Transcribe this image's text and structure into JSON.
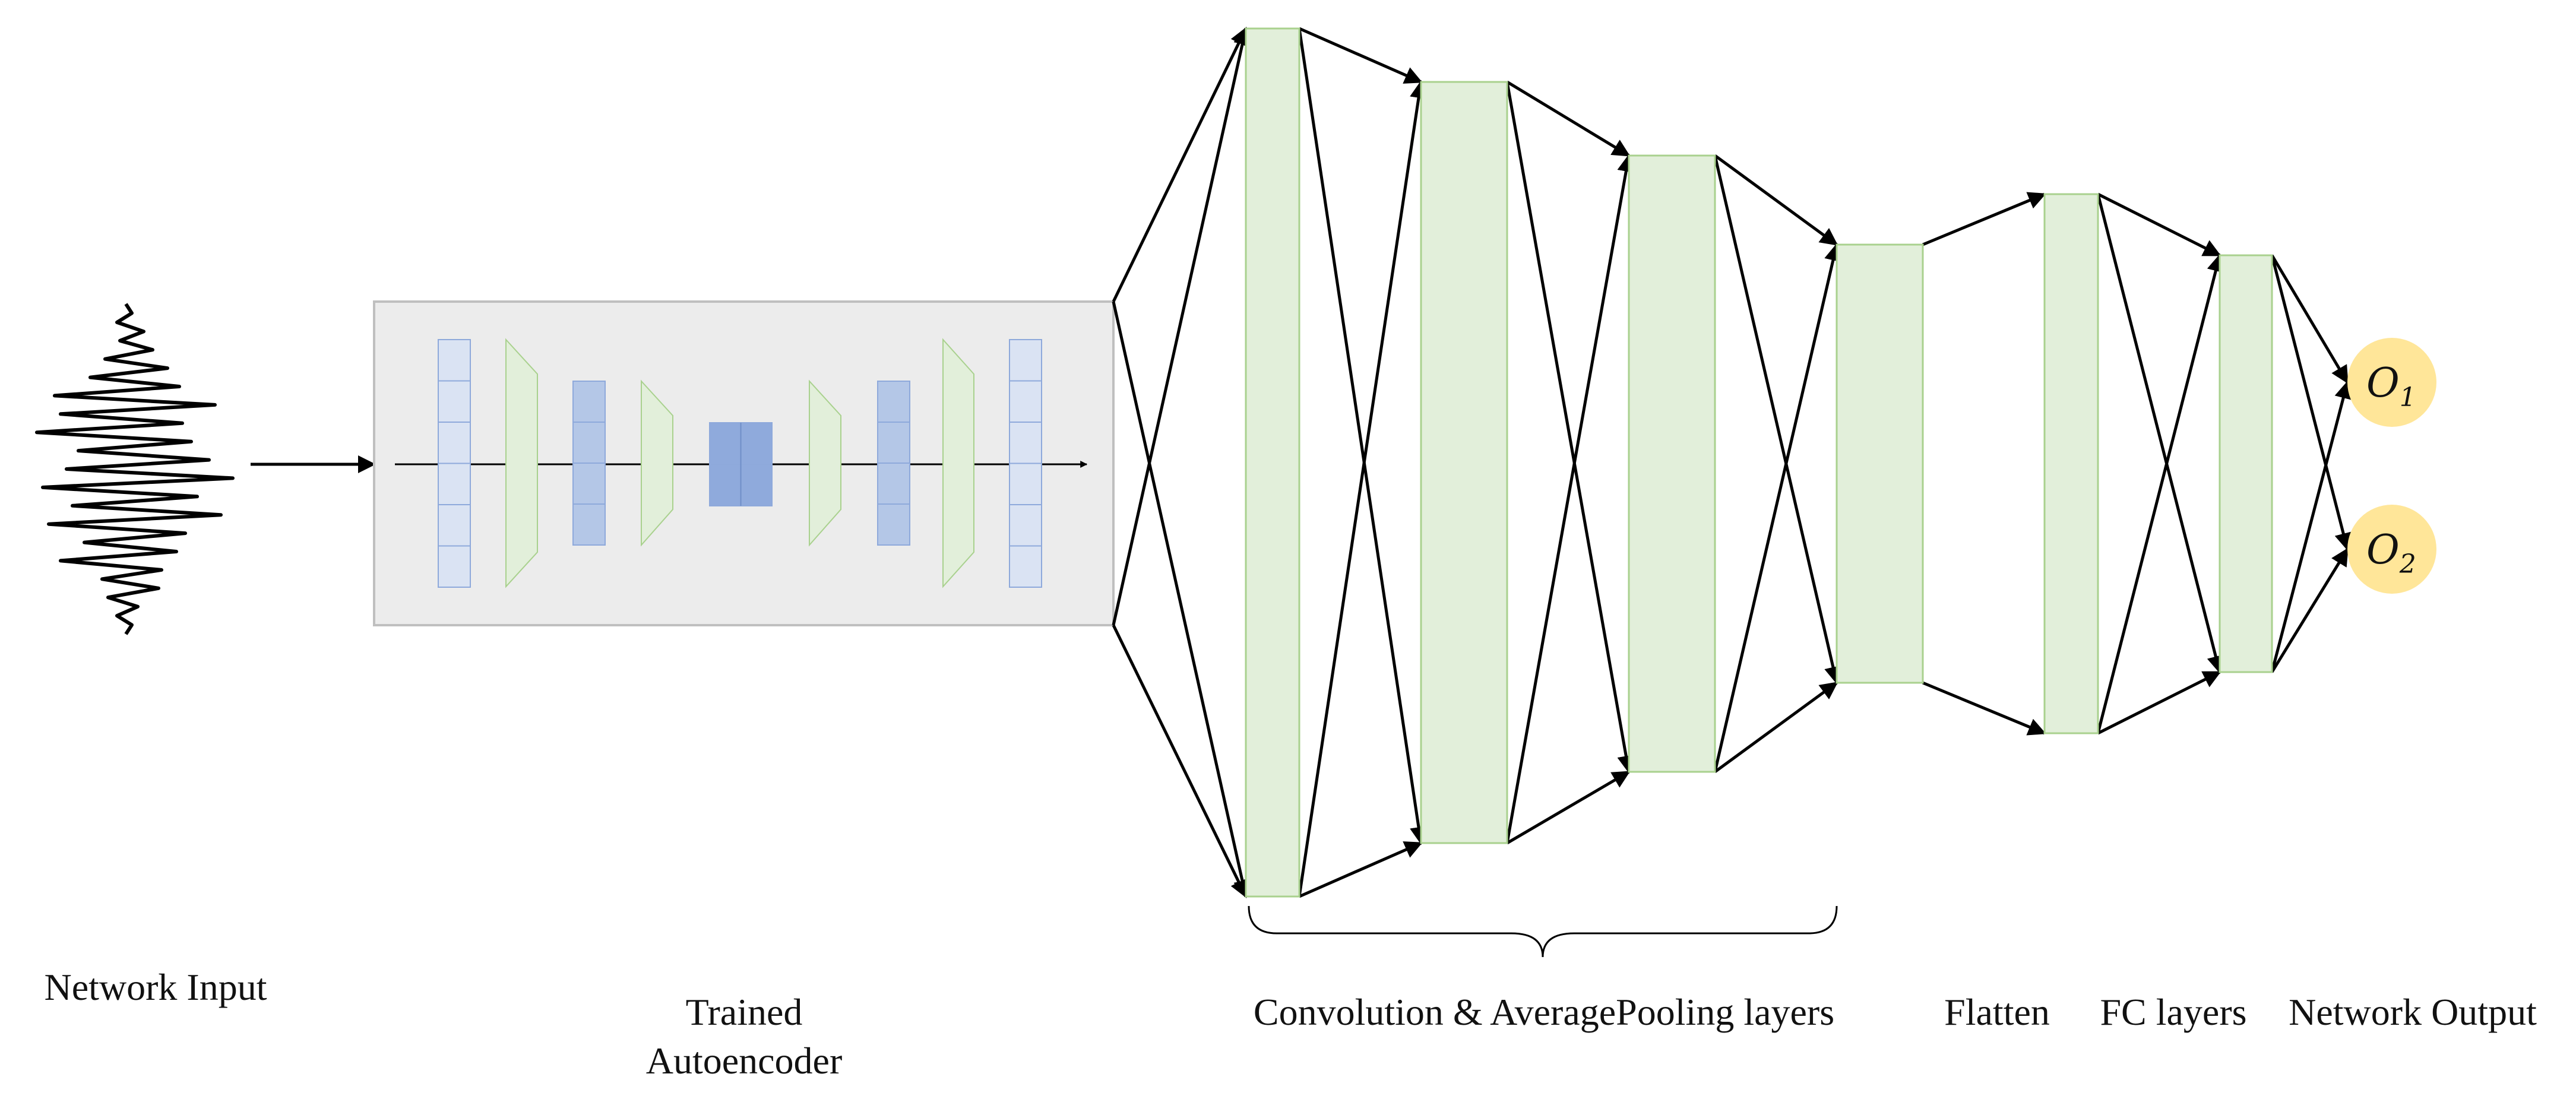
{
  "labels": {
    "network_input": "Network Input",
    "trained_line1": "Trained",
    "trained_line2": "Autoencoder",
    "conv_pool": "Convolution & AveragePooling layers",
    "flatten": "Flatten",
    "fc_layers": "FC layers",
    "network_output": "Network Output"
  },
  "outputs": [
    {
      "letter": "O",
      "sub": "1"
    },
    {
      "letter": "O",
      "sub": "2"
    }
  ],
  "colors": {
    "layer_fill": "#e2efda",
    "layer_stroke": "#a9d18e",
    "ae_box_fill": "#ececec",
    "ae_box_stroke": "#bfbfbf",
    "ae_light_cell": "#dae3f3",
    "ae_mid_cell": "#b4c7e7",
    "ae_dark_cell": "#8faadc",
    "ae_trapezoid": "#e2efda",
    "output_fill": "#ffe699"
  }
}
